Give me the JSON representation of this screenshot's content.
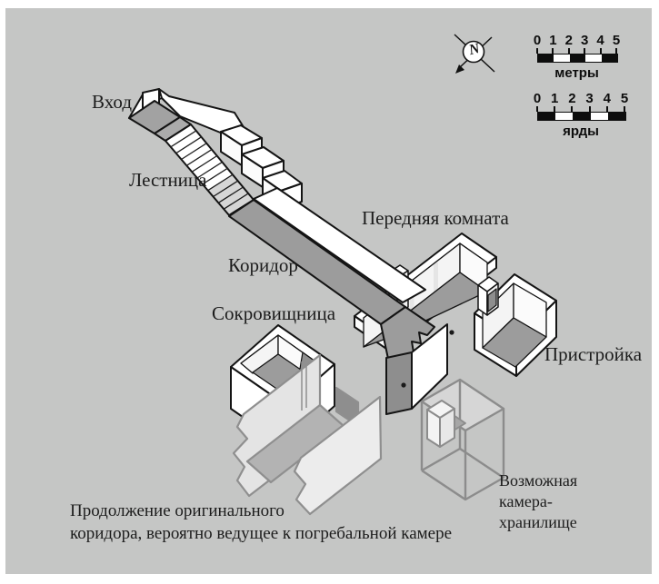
{
  "labels": {
    "entrance": "Вход",
    "staircase": "Лестница",
    "corridor": "Коридор",
    "antechamber": "Передняя комната",
    "treasury": "Сокровищница",
    "annex": "Пристройка",
    "possible_chamber": "Возможная камера-хранилище",
    "caption_line1": "Продолжение оригинального",
    "caption_line2": "коридора, вероятно ведущее к погребальной камере"
  },
  "compass": {
    "letter": "N"
  },
  "scale_bars": {
    "meters": {
      "ticks": [
        "0",
        "1",
        "2",
        "3",
        "4",
        "5"
      ],
      "unit_label": "метры"
    },
    "yards": {
      "ticks": [
        "0",
        "1",
        "2",
        "3",
        "4",
        "5"
      ],
      "unit_label": "ярды"
    }
  },
  "colors": {
    "background": "#c5c6c5",
    "outline": "#141414",
    "white_face": "#ffffff",
    "floor_gray": "#9c9c9c",
    "dark_face": "#8e8e8e",
    "ghost_stroke": "#8f8f8f",
    "ghost_wall_fill": "#e4e4e4",
    "ghost_floor": "#b3b3b3"
  }
}
